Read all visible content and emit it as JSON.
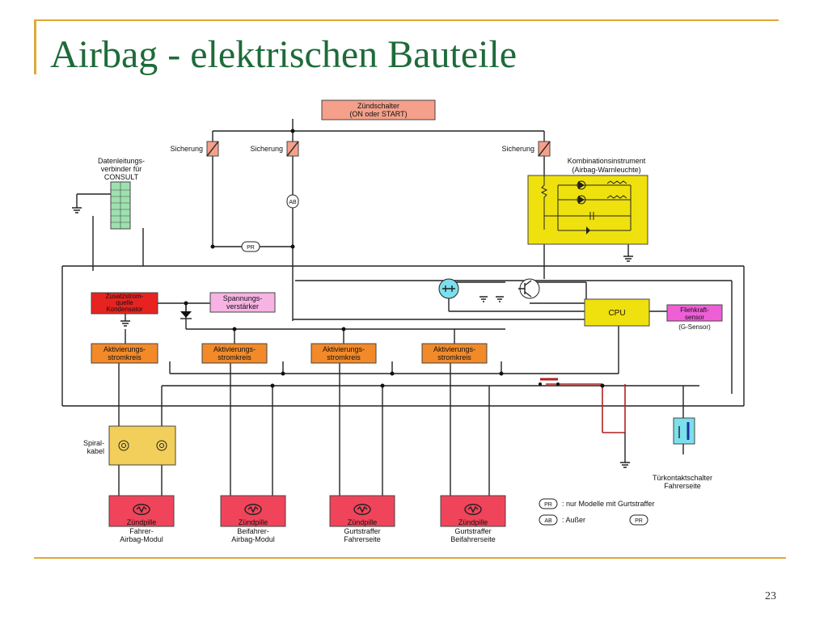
{
  "slide": {
    "title": "Airbag - elektrischen Bauteile",
    "page_number": "23"
  },
  "diagram": {
    "ignition_switch": [
      "Zündschalter",
      "(ON oder START)"
    ],
    "fuse_label": "Sicherung",
    "consult_connector": [
      "Datenleitungs-",
      "verbinder für",
      "CONSULT"
    ],
    "instrument_cluster": [
      "Kombinationsinstrument",
      "(Airbag-Warnleuchte)"
    ],
    "aux_power": [
      "Zusatzstrom-",
      "quelle",
      "Kondensator"
    ],
    "voltage_amp": [
      "Spannungs-",
      "verstärker"
    ],
    "cpu": "CPU",
    "g_sensor": [
      "Fliehkraft-",
      "sensor",
      "(G-Sensor)"
    ],
    "activation_circuit": [
      "Aktivierungs-",
      "stromkreis"
    ],
    "spiral_cable": [
      "Spiral-",
      "kabel"
    ],
    "squibs": [
      {
        "line1": "Zündpille",
        "line2": "Fahrer-",
        "line3": "Airbag-Modul"
      },
      {
        "line1": "Zündpille",
        "line2": "Beifahrer-",
        "line3": "Airbag-Modul"
      },
      {
        "line1": "Zündpille",
        "line2": "Gurtstraffer",
        "line3": "Fahrerseite"
      },
      {
        "line1": "Zündpille",
        "line2": "Gurtstraffer",
        "line3": "Beifahrerseite"
      }
    ],
    "door_switch": [
      "Türkontaktschalter",
      "Fahrerseite"
    ],
    "badge_pr": "PR",
    "badge_ab": "AB",
    "legend": {
      "pr_text": ":  nur Modelle mit Gurtstraffer",
      "ab_text": ":  Außer"
    },
    "colors": {
      "salmon": "#f4a08a",
      "green": "#9ee0b0",
      "yellow": "#efe10e",
      "red": "#e8231f",
      "pink": "#f6b3e3",
      "magenta": "#ee5fd6",
      "orange": "#f28a2a",
      "tan": "#f2cf5a",
      "squib": "#f0445a",
      "cyan": "#7ce0ec"
    }
  }
}
